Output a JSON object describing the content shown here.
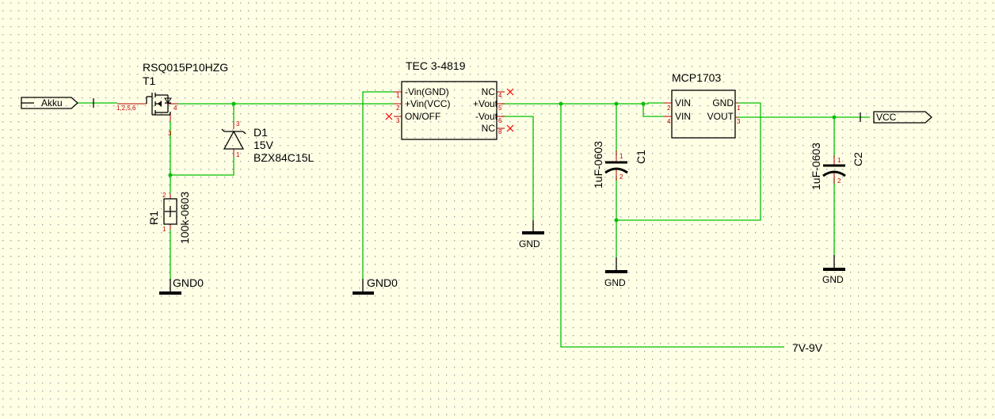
{
  "colors": {
    "background": "#ffffe6",
    "grid_dot": "#9a9a9a",
    "wire": "#00c000",
    "symbol": "#000000",
    "pin_number": "#c00000",
    "nc_mark": "#ff0000"
  },
  "ports": {
    "akku": "Akku",
    "vcc": "VCC",
    "voltage_net": "7V-9V"
  },
  "t1": {
    "part": "RSQ015P10HZG",
    "ref": "T1",
    "pin_source": "1,2,5,6",
    "pin_drain": "4",
    "pin_gate": "3"
  },
  "d1": {
    "ref": "D1",
    "value": "15V",
    "part": "BZX84C15L",
    "pin_k": "3",
    "pin_a": "1"
  },
  "r1": {
    "ref": "R1",
    "value": "100k-0603",
    "pin_top": "2",
    "pin_bottom": "1"
  },
  "tec": {
    "part": "TEC 3-4819",
    "left_pins": [
      "-Vin(GND)",
      "+Vin(VCC)",
      "ON/OFF"
    ],
    "left_nums": [
      "1",
      "2",
      "3"
    ],
    "right_pins": [
      "NC",
      "+Vout",
      "-Vout",
      "NC"
    ],
    "right_nums": [
      "4",
      "5",
      "6",
      "8"
    ]
  },
  "mcp": {
    "part": "MCP1703",
    "left_pins": [
      "VIN",
      "VIN"
    ],
    "left_nums": [
      "2",
      "4"
    ],
    "right_pins": [
      "GND",
      "VOUT"
    ],
    "right_nums": [
      "1",
      "3"
    ]
  },
  "c1": {
    "ref": "C1",
    "value": "1uF-0603",
    "pin_top": "1",
    "pin_bottom": "2"
  },
  "c2": {
    "ref": "C2",
    "value": "1uF-0603",
    "pin_top": "1",
    "pin_bottom": "2"
  },
  "gnd": {
    "gnd0_left": "GND0",
    "gnd0_mid": "GND0",
    "gnd_tec": "GND",
    "gnd_c1": "GND",
    "gnd_c2": "GND"
  }
}
